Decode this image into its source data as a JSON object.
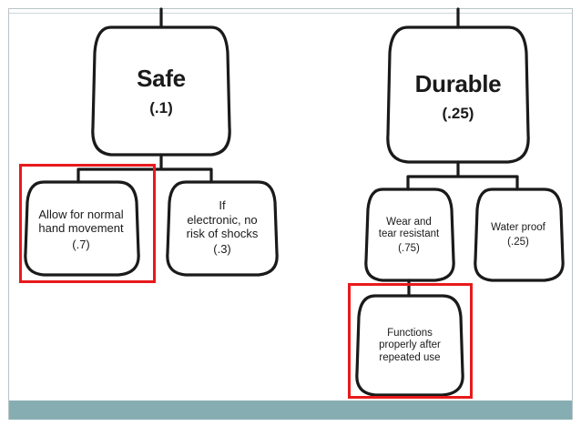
{
  "slide": {
    "background_color": "#ffffff",
    "frame_border_color": "#b9c3c6",
    "footer_band_color": "#86aeb2",
    "highlight_color": "#e8191c",
    "node_stroke_color": "#1a1a1a"
  },
  "diagram": {
    "type": "tree",
    "title": "",
    "nodes": [
      {
        "id": "safe",
        "label": "Safe",
        "value": "(.1)",
        "level": "root",
        "highlighted": false
      },
      {
        "id": "allow-normal-hand-movement",
        "label": "Allow for normal hand movement",
        "value": "(.7)",
        "level": "child",
        "parent": "safe",
        "highlighted": true
      },
      {
        "id": "if-electronic-no-risk-of-shocks",
        "label": "If electronic, no risk of shocks",
        "value": "(.3)",
        "level": "child",
        "parent": "safe",
        "highlighted": false
      },
      {
        "id": "durable",
        "label": "Durable",
        "value": "(.25)",
        "level": "root",
        "highlighted": false
      },
      {
        "id": "wear-and-tear-resistant",
        "label": "Wear and tear resistant",
        "value": "(.75)",
        "level": "child",
        "parent": "durable",
        "highlighted": false
      },
      {
        "id": "water-proof",
        "label": "Water proof",
        "value": "(.25)",
        "level": "child",
        "parent": "durable",
        "highlighted": false
      },
      {
        "id": "functions-properly-after-repeated-use",
        "label": "Functions properly after repeated use",
        "value": "",
        "level": "grandchild",
        "parent": "wear-and-tear-resistant",
        "highlighted": true
      }
    ]
  },
  "node_text": {
    "safe": {
      "label": "Safe",
      "value": "(.1)"
    },
    "allow": {
      "line1": "Allow for normal",
      "line2": "hand movement",
      "value": "(.7)"
    },
    "electronic": {
      "line1": "If",
      "line2": "electronic, no",
      "line3": "risk of shocks",
      "value": "(.3)"
    },
    "durable": {
      "label": "Durable",
      "value": "(.25)"
    },
    "wear": {
      "line1": "Wear and",
      "line2": "tear resistant",
      "value": "(.75)"
    },
    "water": {
      "line1": "Water proof",
      "value": "(.25)"
    },
    "functions": {
      "line1": "Functions",
      "line2": "properly after",
      "line3": "repeated use",
      "value": ""
    }
  }
}
